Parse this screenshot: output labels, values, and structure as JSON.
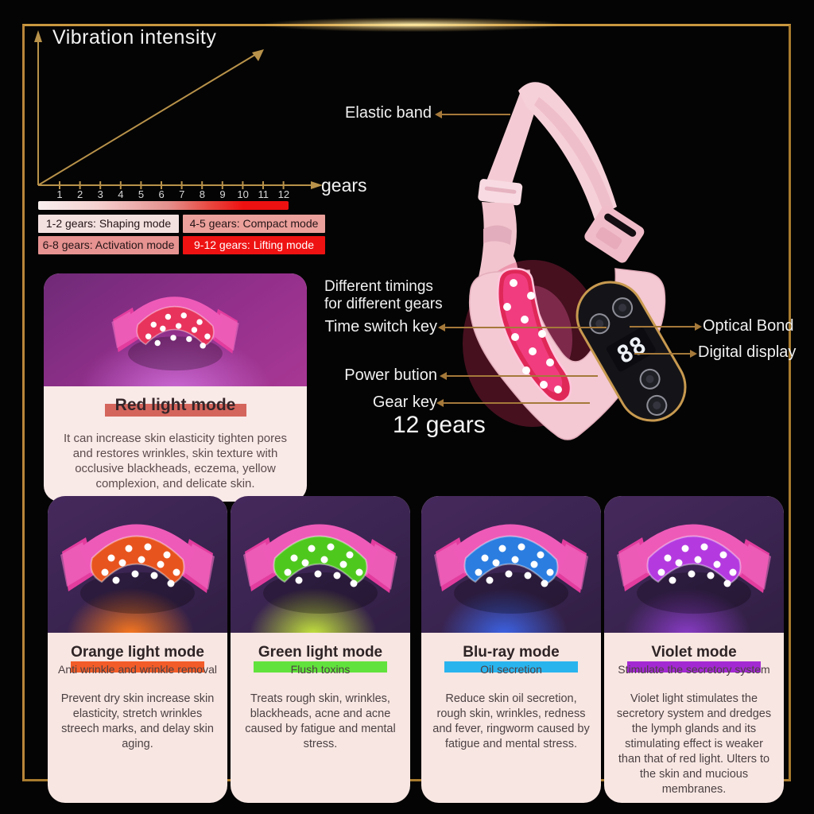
{
  "vibration_chart": {
    "type": "line",
    "title": "Vibration intensity",
    "xlabel": "gears",
    "x_ticks": [
      "1",
      "2",
      "3",
      "4",
      "5",
      "6",
      "7",
      "8",
      "9",
      "10",
      "11",
      "12"
    ],
    "x_range": [
      1,
      12
    ],
    "description": "Diagonal gold arrow: vibration intensity rises linearly from gear 1 to gear 12",
    "gradient_bar_colors": [
      "#f8efee",
      "#f4d3d2",
      "#e5908d",
      "#e84a42",
      "#ee1111"
    ]
  },
  "gear_modes": [
    {
      "label": "1-2 gears: Shaping mode",
      "bg": "#f3e1e0",
      "fg": "#241416"
    },
    {
      "label": "4-5 gears: Compact mode",
      "bg": "#eba09b",
      "fg": "#241416"
    },
    {
      "label": "6-8 gears: Activation mode",
      "bg": "#e69391",
      "fg": "#241416"
    },
    {
      "label": "9-12 gears: Lifting mode",
      "bg": "#ee1212",
      "fg": "#ffffff"
    }
  ],
  "callouts": {
    "elastic_band": "Elastic band",
    "timings_line1": "Different timings",
    "timings_line2": "for different gears",
    "time_switch_key": "Time switch key",
    "optical_bond": "Optical Bond",
    "digital_display": "Digital display",
    "power_button": "Power bution",
    "gear_key": "Gear key",
    "gears_caption": "12 gears"
  },
  "device": {
    "display_value": "88"
  },
  "red_card": {
    "title": "Red light mode",
    "accent": "#d4655c",
    "led": "#e8335c",
    "glow": "rgba(226,92,170,0.85)",
    "body": "It can increase skin elasticity tighten pores and restores wrinkles, skin texture with occlusive blackheads, eczema, yellow complexion, and delicate skin."
  },
  "mode_cards": [
    {
      "title": "Orange light mode",
      "subtitle": "Anti wrinkle and wrinkle removal",
      "accent": "#f25c28",
      "led": "#e8541e",
      "glow": "#ff7a1e",
      "body": "Prevent dry skin increase skin elasticity, stretch wrinkles streech marks, and delay skin aging."
    },
    {
      "title": "Green light mode",
      "subtitle": "Flush toxins",
      "accent": "#62e23c",
      "led": "#4fc81e",
      "glow": "#c7e83c",
      "body": "Treats rough skin, wrinkles, blackheads, acne and acne caused by fatigue and mental stress."
    },
    {
      "title": "Blu-ray mode",
      "subtitle": "Oil secretion",
      "accent": "#2ab4ee",
      "led": "#2b7de0",
      "glow": "#3c64e8",
      "body": "Reduce skin oil secretion, rough skin, wrinkles, redness and fever, ringworm caused by fatigue and mental stress."
    },
    {
      "title": "Violet mode",
      "subtitle": "Stimulate the secretory system",
      "accent": "#a32ad2",
      "led": "#b43ae0",
      "glow": "#8a3cc8",
      "body": "Violet light stimulates the secretory system and dredges the lymph glands and its stimulating effect is weaker than that of red light. Ulters to the skin and mucious membranes."
    }
  ],
  "colors": {
    "gold": "#c9973f",
    "background": "#040404"
  }
}
